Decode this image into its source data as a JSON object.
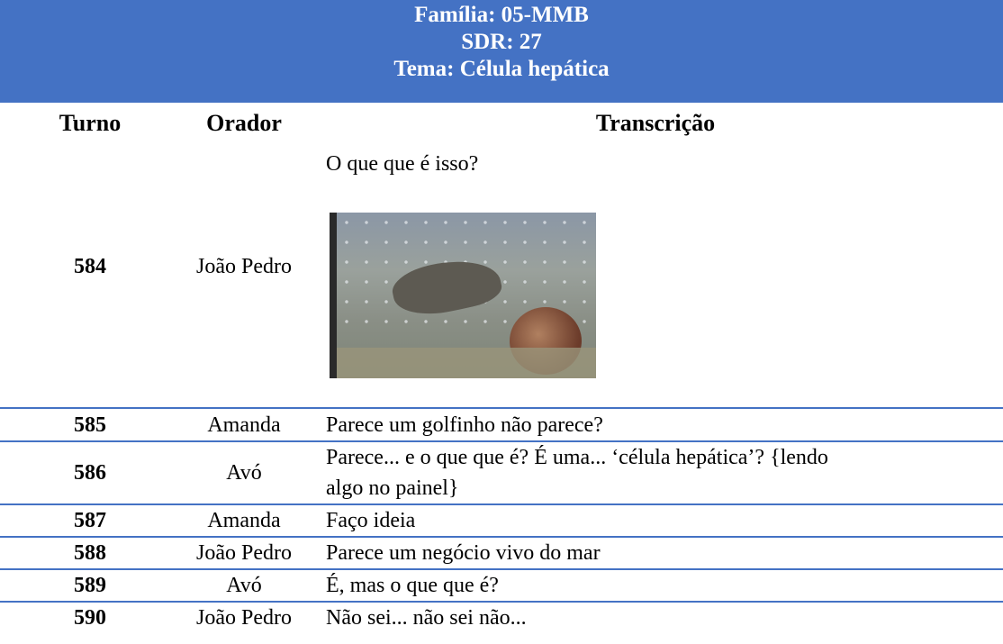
{
  "header": {
    "line1": "Família: 05-MMB",
    "line2": "SDR: 27",
    "line3": "Tema: Célula hepática"
  },
  "columns": {
    "turno": "Turno",
    "orador": "Orador",
    "transcricao": "Transcrição"
  },
  "rows": [
    {
      "turno": "584",
      "orador": "João Pedro",
      "texto": "O que que é isso?"
    },
    {
      "turno": "585",
      "orador": "Amanda",
      "texto": "Parece um golfinho não parece?"
    },
    {
      "turno": "586",
      "orador": "Avó",
      "texto_l1": "Parece... e o que que é? É uma... ‘célula hepática’? {lendo",
      "texto_l2": "algo no painel}"
    },
    {
      "turno": "587",
      "orador": "Amanda",
      "texto": "Faço ideia"
    },
    {
      "turno": "588",
      "orador": "João Pedro",
      "texto": "Parece um negócio vivo do mar"
    },
    {
      "turno": "589",
      "orador": "Avó",
      "texto": "É, mas o que que é?"
    },
    {
      "turno": "590",
      "orador": "João Pedro",
      "texto": "Não sei... não sei não..."
    }
  ],
  "colors": {
    "header_bg": "#4472c4",
    "header_text": "#ffffff",
    "rule": "#4472c4"
  }
}
